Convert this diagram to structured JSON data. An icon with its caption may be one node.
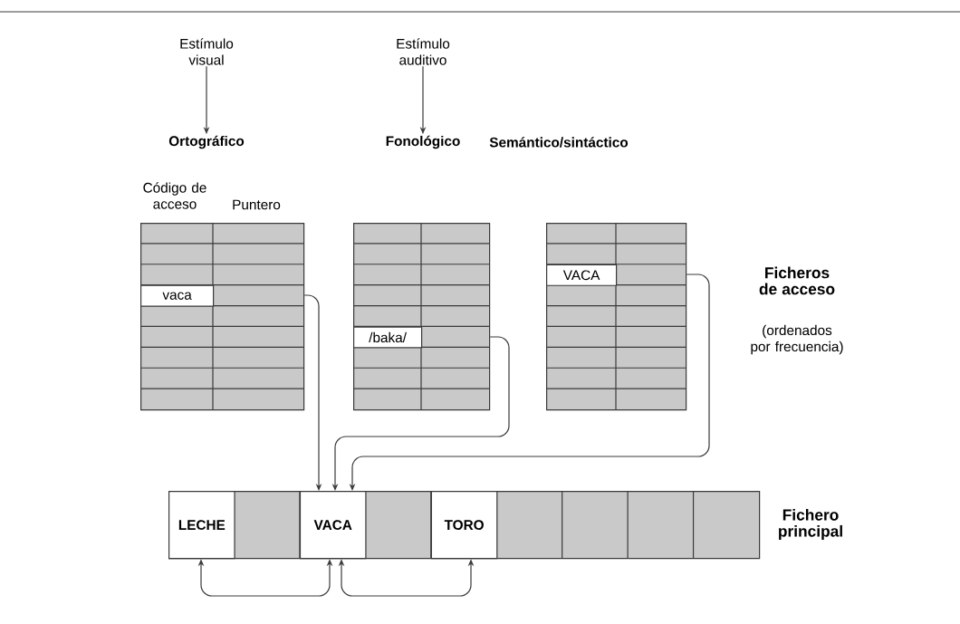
{
  "diagram": {
    "nodes": [
      {
        "text": [
          "Estímulo visual"
        ]
      },
      {
        "text": [
          "Estímulo auditivo"
        ]
      },
      {
        "text": [
          "Ortográfico"
        ]
      },
      {
        "text": [
          "Fonológico"
        ]
      },
      {
        "text": [
          "Semántico/sintáctico"
        ]
      },
      {
        "text": [
          "Código de acceso",
          "Puntero"
        ]
      },
      {
        "text": [
          "vaca"
        ],
        "in": 5
      },
      {
        "text": [],
        "shape": "box"
      },
      {
        "text": [
          "/baka/"
        ],
        "in": 7
      },
      {
        "text": [],
        "shape": "box"
      },
      {
        "text": [
          "VACA"
        ],
        "in": 9
      },
      {
        "text": [],
        "shape": "bar"
      },
      {
        "text": [
          "LECHE"
        ],
        "in": 11
      },
      {
        "text": [
          "VACA"
        ],
        "in": 11
      },
      {
        "text": [
          "TORO"
        ],
        "in": 11
      }
    ],
    "edges": [
      {
        "from": 0,
        "to": 2,
        "arrow": "to"
      },
      {
        "from": 1,
        "to": 3,
        "arrow": "to"
      },
      {
        "from": 5,
        "to": 13,
        "arrow": "to"
      },
      {
        "from": 7,
        "to": 13,
        "arrow": "to"
      },
      {
        "from": 9,
        "to": 13,
        "arrow": "to"
      },
      {
        "from": 12,
        "to": 13,
        "arrow": "both"
      },
      {
        "from": 13,
        "to": 14,
        "arrow": "both"
      }
    ],
    "labels": [
      "Ficheros de acceso",
      "(ordenados por frecuencia)",
      "Fichero principal"
    ]
  }
}
